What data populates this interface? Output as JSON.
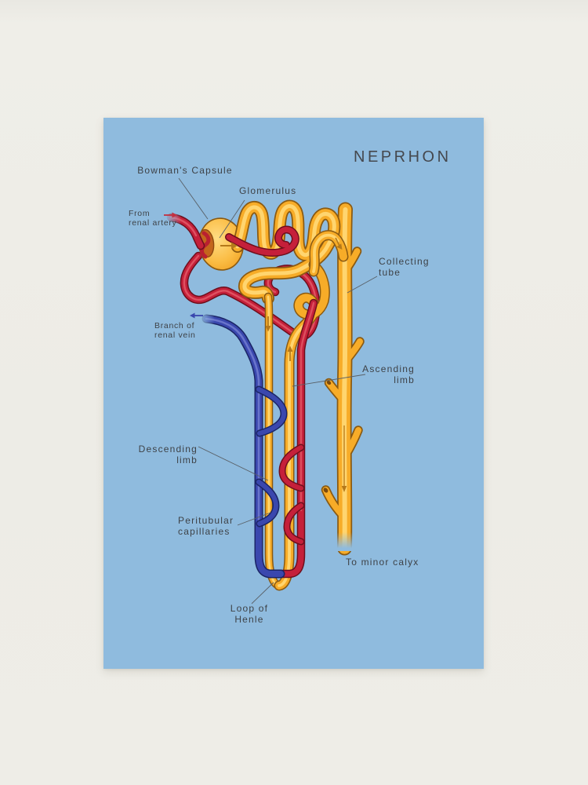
{
  "scene": {
    "wall_color": "#edece6",
    "poster_background": "#8fbbde"
  },
  "poster": {
    "title": "NEPRHON",
    "labels": {
      "bowmans_capsule": "Bowman's Capsule",
      "glomerulus": "Glomerulus",
      "from_renal_artery_line1": "From",
      "from_renal_artery_line2": "renal artery",
      "collecting_tube_line1": "Collecting",
      "collecting_tube_line2": "tube",
      "branch_renal_vein_line1": "Branch of",
      "branch_renal_vein_line2": "renal vein",
      "ascending_limb_line1": "Ascending",
      "ascending_limb_line2": "limb",
      "descending_limb_line1": "Descending",
      "descending_limb_line2": "limb",
      "peritubular_line1": "Peritubular",
      "peritubular_line2": "capillaries",
      "loop_of_henle_line1": "Loop of",
      "loop_of_henle_line2": "Henle",
      "to_minor_calyx": "To minor calyx"
    },
    "colors": {
      "tubule_yellow": "#f7ac28",
      "tubule_highlight": "#ffd977",
      "tubule_outline": "#8a5a12",
      "artery_red": "#c5203a",
      "vein_blue": "#3a47ae",
      "label_text": "#3e4247"
    }
  }
}
